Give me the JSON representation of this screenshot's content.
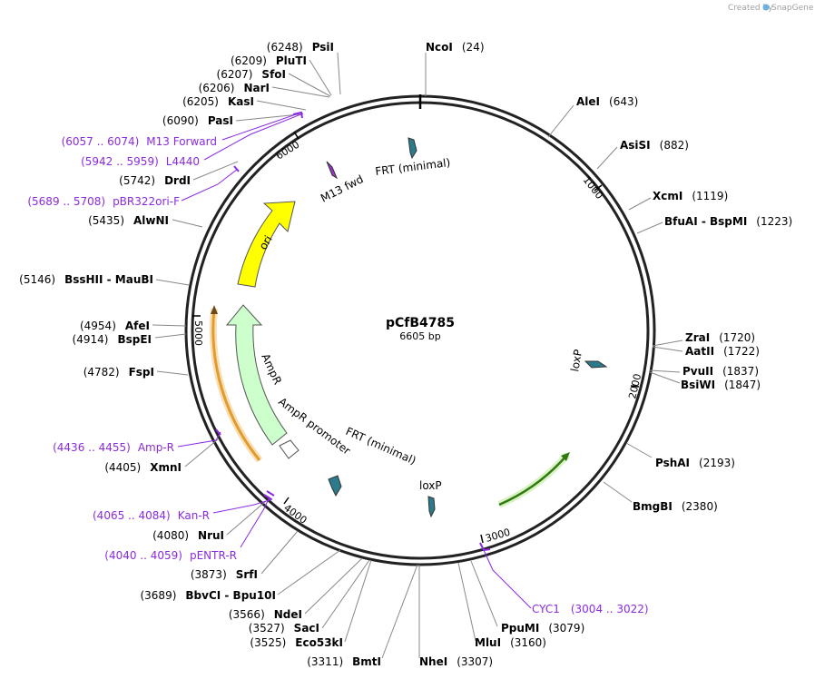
{
  "credit": {
    "prefix": "Created by",
    "brand": "SnapGene"
  },
  "plasmid": {
    "name": "pCfB4785",
    "length_label": "6605 bp",
    "length": 6605
  },
  "size_ticks": [
    {
      "label": "1000",
      "pos": 1000
    },
    {
      "label": "2000",
      "pos": 2000
    },
    {
      "label": "3000",
      "pos": 3000
    },
    {
      "label": "4000",
      "pos": 4000
    },
    {
      "label": "5000",
      "pos": 5000
    },
    {
      "label": "6000",
      "pos": 6000
    }
  ],
  "enzymes": [
    {
      "name": "NcoI",
      "position": "(24)",
      "bp": 24
    },
    {
      "name": "AleI",
      "position": "(643)",
      "bp": 643
    },
    {
      "name": "AsiSI",
      "position": "(882)",
      "bp": 882
    },
    {
      "name": "XcmI",
      "position": "(1119)",
      "bp": 1119
    },
    {
      "name": "BfuAI - BspMI",
      "position": "(1223)",
      "bp": 1223
    },
    {
      "name": "ZraI",
      "position": "(1720)",
      "bp": 1720
    },
    {
      "name": "AatII",
      "position": "(1722)",
      "bp": 1722
    },
    {
      "name": "PvuII",
      "position": "(1837)",
      "bp": 1837
    },
    {
      "name": "BsiWI",
      "position": "(1847)",
      "bp": 1847
    },
    {
      "name": "PshAI",
      "position": "(2193)",
      "bp": 2193
    },
    {
      "name": "BmgBI",
      "position": "(2380)",
      "bp": 2380
    },
    {
      "name": "PpuMI",
      "position": "(3079)",
      "bp": 3079
    },
    {
      "name": "MluI",
      "position": "(3160)",
      "bp": 3160
    },
    {
      "name": "NheI",
      "position": "(3307)",
      "bp": 3307
    },
    {
      "name": "BmtI",
      "position": "(3311)",
      "bp": 3311
    },
    {
      "name": "Eco53kI",
      "position": "(3525)",
      "bp": 3525
    },
    {
      "name": "SacI",
      "position": "(3527)",
      "bp": 3527
    },
    {
      "name": "NdeI",
      "position": "(3566)",
      "bp": 3566
    },
    {
      "name": "BbvCI - Bpu10I",
      "position": "(3689)",
      "bp": 3689
    },
    {
      "name": "SrfI",
      "position": "(3873)",
      "bp": 3873
    },
    {
      "name": "NruI",
      "position": "(4080)",
      "bp": 4080
    },
    {
      "name": "XmnI",
      "position": "(4405)",
      "bp": 4405
    },
    {
      "name": "FspI",
      "position": "(4782)",
      "bp": 4782
    },
    {
      "name": "BspEI",
      "position": "(4914)",
      "bp": 4914
    },
    {
      "name": "AfeI",
      "position": "(4954)",
      "bp": 4954
    },
    {
      "name": "BssHII - MauBI",
      "position": "(5146)",
      "bp": 5146
    },
    {
      "name": "AlwNI",
      "position": "(5435)",
      "bp": 5435
    },
    {
      "name": "DrdI",
      "position": "(5742)",
      "bp": 5742
    },
    {
      "name": "PasI",
      "position": "(6090)",
      "bp": 6090
    },
    {
      "name": "KasI",
      "position": "(6205)",
      "bp": 6205
    },
    {
      "name": "NarI",
      "position": "(6206)",
      "bp": 6206
    },
    {
      "name": "SfoI",
      "position": "(6207)",
      "bp": 6207
    },
    {
      "name": "PluTI",
      "position": "(6209)",
      "bp": 6209
    },
    {
      "name": "PsiI",
      "position": "(6248)",
      "bp": 6248
    }
  ],
  "primers": [
    {
      "name": "CYC1",
      "range": "(3004 .. 3022)",
      "bp": 3004
    },
    {
      "name": "pENTR-R",
      "range": "(4040 .. 4059)",
      "bp": 4050
    },
    {
      "name": "Kan-R",
      "range": "(4065 .. 4084)",
      "bp": 4075
    },
    {
      "name": "Amp-R",
      "range": "(4436 .. 4455)",
      "bp": 4446
    },
    {
      "name": "pBR322ori-F",
      "range": "(5689 .. 5708)",
      "bp": 5699
    },
    {
      "name": "L4440",
      "range": "(5942 .. 5959)",
      "bp": 5950
    },
    {
      "name": "M13 Forward",
      "range": "(6057 .. 6074)",
      "bp": 6065
    }
  ],
  "features": [
    {
      "label": "ori",
      "color": "#ffff00"
    },
    {
      "label": "AmpR",
      "color": "#ccffcc"
    },
    {
      "label": "AmpR promoter",
      "color": "#ffffff"
    },
    {
      "label": "M13 fwd",
      "color": "#9933cc"
    },
    {
      "label": "FRT (minimal)",
      "color": "#2c7a8a"
    },
    {
      "label": "FRT (minimal)",
      "color": "#2c7a8a"
    },
    {
      "label": "loxP",
      "color": "#2c7a8a"
    },
    {
      "label": "loxP",
      "color": "#2c7a8a"
    }
  ],
  "colors": {
    "primer": "#8a2be2",
    "feature_teal": "#2c7a8a",
    "ori": "#ffff00",
    "ampr": "#ccffcc",
    "orange_primer": "#e39b2b",
    "green_arc": "#7dcc3c"
  }
}
